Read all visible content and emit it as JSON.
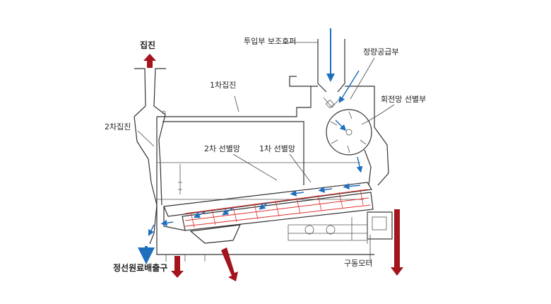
{
  "labels": {
    "dust_collection": "집진",
    "hopper": "투입부 보조호퍼",
    "feeder": "정량공급부",
    "rotary_sorter": "회전망 선별부",
    "primary_dust": "1차집진",
    "secondary_dust": "2차집진",
    "secondary_screen": "2차 선별망",
    "primary_screen": "1차 선별망",
    "drive_motor": "구동모터",
    "product_outlet": "정선원료배출구"
  },
  "colors": {
    "outline": "#333333",
    "material_flow": "#1f6fbf",
    "discharge_arrow": "#a3141c",
    "screen_mesh": "#e03030"
  }
}
